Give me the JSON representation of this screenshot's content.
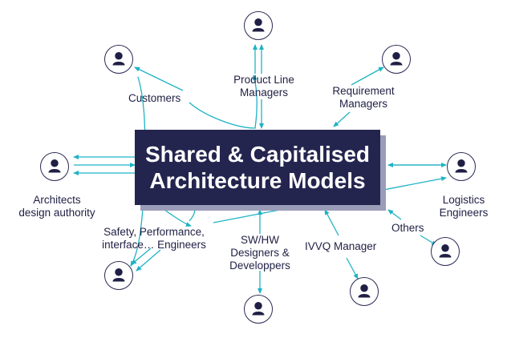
{
  "center": {
    "line1": "Shared & Capitalised",
    "line2": "Architecture Models",
    "fill_color": "#24254f"
  },
  "connector_color": "#1fb3c4",
  "icon": "person-icon",
  "stakeholders": {
    "customers": {
      "label": "Customers"
    },
    "product_line_managers": {
      "line1": "Product Line",
      "line2": "Managers"
    },
    "requirement_managers": {
      "line1": "Requirement",
      "line2": "Managers"
    },
    "architects": {
      "line1": "Architects",
      "line2": "design authority"
    },
    "logistics_engineers": {
      "line1": "Logistics",
      "line2": "Engineers"
    },
    "safety_engineers": {
      "line1": "Safety, Performance,",
      "line2": "interface… Engineers"
    },
    "designers": {
      "line1": "SW/HW",
      "line2": "Designers &",
      "line3": "Developpers"
    },
    "ivvq_manager": {
      "label": "IVVQ Manager"
    },
    "others": {
      "label": "Others"
    }
  }
}
